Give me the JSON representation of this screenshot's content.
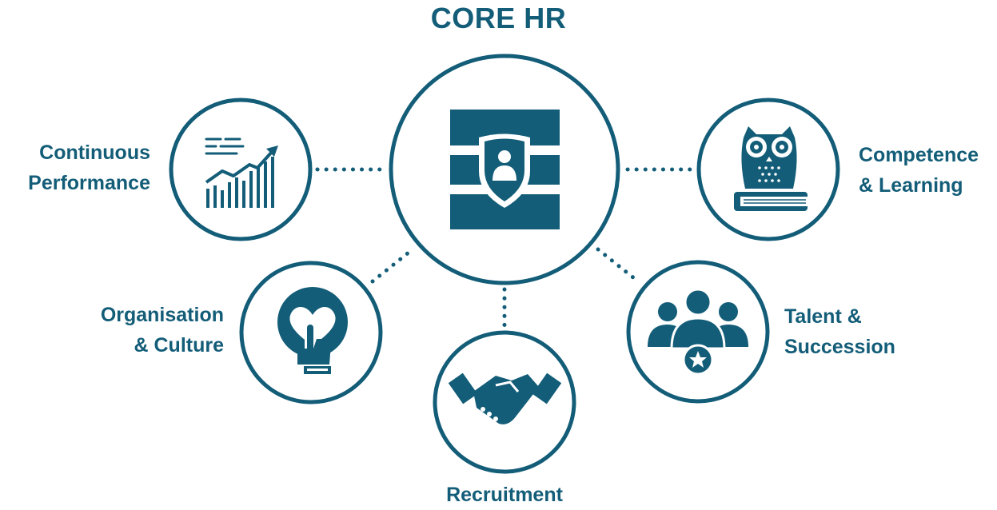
{
  "title": "CORE HR",
  "hub": {
    "icon": "shield-user-icon"
  },
  "nodes": [
    {
      "id": "performance",
      "label_lines": [
        "Continuous",
        "Performance"
      ],
      "icon": "growth-chart-icon"
    },
    {
      "id": "competence",
      "label_lines": [
        "Competence",
        "& Learning"
      ],
      "icon": "owl-book-icon"
    },
    {
      "id": "organisation",
      "label_lines": [
        "Organisation",
        "& Culture"
      ],
      "icon": "heart-hand-icon"
    },
    {
      "id": "recruitment",
      "label_lines": [
        "Recruitment"
      ],
      "icon": "handshake-icon"
    },
    {
      "id": "talent",
      "label_lines": [
        "Talent &",
        "Succession"
      ],
      "icon": "team-star-icon"
    }
  ],
  "colors": {
    "primary": "#135d78",
    "background": "#ffffff"
  }
}
